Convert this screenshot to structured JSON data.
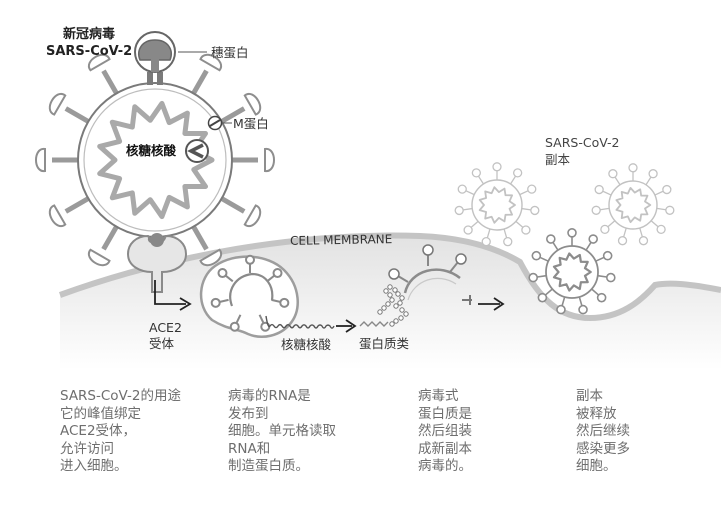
{
  "virus": {
    "title_cn": "新冠病毒",
    "title_en": "SARS-CoV-2",
    "spike_label": "穗蛋白",
    "m_label": "M蛋白",
    "rna_label": "核糖核酸"
  },
  "membrane_label": "CELL MEMBRANE",
  "ace2_label_1": "ACE2",
  "ace2_label_2": "受体",
  "rna_label_2": "核糖核酸",
  "protein_label": "蛋白质类",
  "copies_label_1": "SARS-CoV-2",
  "copies_label_2": "副本",
  "captions": [
    "SARS-CoV-2的用途\n它的峰值绑定\nACE2受体，\n允许访问\n进入细胞。",
    "病毒的RNA是\n发布到\n细胞。单元格读取\nRNA和\n制造蛋白质。",
    "病毒式\n蛋白质是\n然后组装\n成新副本\n病毒的。",
    "副本\n被释放\n然后继续\n感染更多\n细胞。"
  ],
  "colors": {
    "outline_dark": "#7a7a7a",
    "outline_light": "#b9b9b9",
    "membrane_fill": "#e9e9e9",
    "label": "#333333",
    "caption": "#6e6e6e"
  }
}
